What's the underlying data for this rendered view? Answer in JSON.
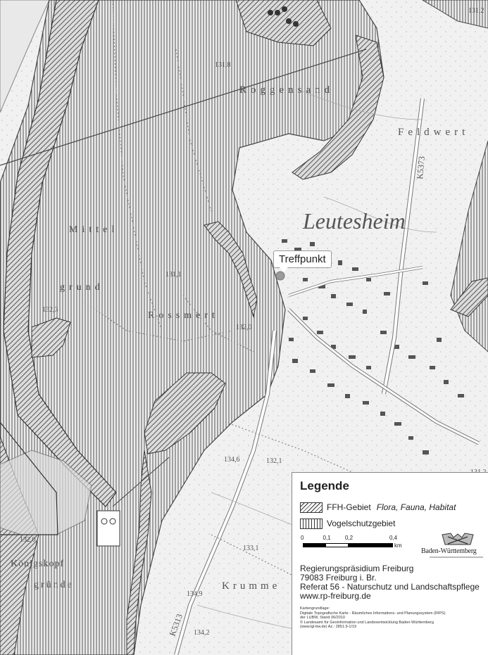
{
  "map": {
    "labels": {
      "leutesheim": "Leutesheim",
      "treffpunkt": "Treffpunkt",
      "roggensand": "Roggensand",
      "feldwert": "Feldwert",
      "mittel": "Mittel",
      "grund": "grund",
      "rossmert": "Rossmert",
      "koenigskopf": "Königskopf",
      "gruende": "gründe",
      "krumme": "Krumme",
      "road_k5313": "K5313",
      "road_k5373": "K5373",
      "elev_1": "131,8",
      "elev_2": "132,3",
      "elev_3": "131,1",
      "elev_4": "132,0",
      "elev_5": "134,6",
      "elev_6": "132,1",
      "elev_7": "132,0",
      "elev_8": "133,1",
      "elev_9": "134,9",
      "elev_10": "134,2",
      "elev_11": "131,2",
      "elev_12": "131,2"
    }
  },
  "legend": {
    "title": "Legende",
    "items": [
      {
        "label": "FFH-Gebiet",
        "desc": "Flora, Fauna, Habitat"
      },
      {
        "label": "Vogelschutzgebiet",
        "desc": ""
      }
    ],
    "scale": {
      "ticks": [
        "0",
        "0,1",
        "0,2",
        "0,4"
      ],
      "unit": "km",
      "values": [
        0,
        0.1,
        0.2,
        0.4
      ]
    },
    "logo": "Baden-Württemberg",
    "address": {
      "line1": "Regierungspräsidium Freiburg",
      "line2": "79083 Freiburg i. Br.",
      "line3": "Referat 56 - Naturschutz und Landschaftspflege",
      "line4": "www.rp-freiburg.de"
    },
    "source": {
      "line1": "Kartengrundlage:",
      "line2": "Digitale Topografische Karte - Räumliches Informations- und Planungssystem (RIPS)",
      "line3": "der LUBW, Stand 06/2010",
      "line4": "© Landesamt für Geoinformation und Landesentwicklung Baden-Württemberg",
      "line5": "(www.lgl-bw.de) Az.: 2851.9-1/19"
    }
  }
}
